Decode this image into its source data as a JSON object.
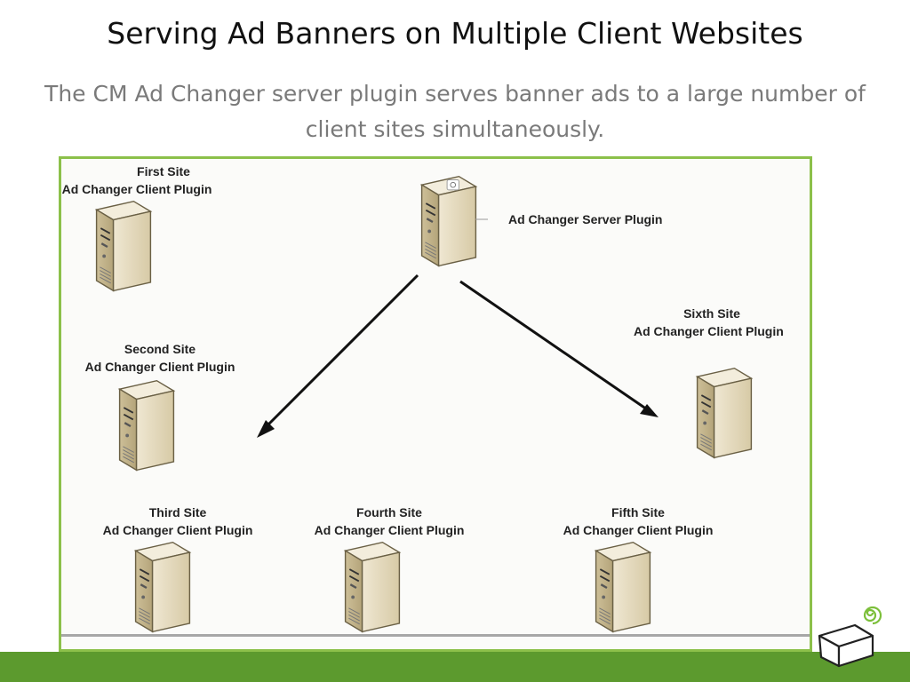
{
  "slide": {
    "title": "Serving Ad Banners on Multiple Client Websites",
    "subtitle": "The CM Ad Changer server plugin serves banner ads to a large number of client sites simultaneously."
  },
  "diagram": {
    "server": {
      "label": "Ad Changer Server Plugin"
    },
    "clients": [
      {
        "site": "First Site",
        "plugin": "Ad Changer Client  Plugin"
      },
      {
        "site": "Second Site",
        "plugin": "Ad Changer Client  Plugin"
      },
      {
        "site": "Third Site",
        "plugin": "Ad Changer Client  Plugin"
      },
      {
        "site": "Fourth Site",
        "plugin": "Ad Changer Client  Plugin"
      },
      {
        "site": "Fifth Site",
        "plugin": "Ad Changer Client  Plugin"
      },
      {
        "site": "Sixth Site",
        "plugin": "Ad Changer Client  Plugin"
      }
    ]
  },
  "colors": {
    "frame_border": "#8cc04a",
    "footer_bar": "#5c9a2e",
    "server_body": "#e6dcc2"
  },
  "icons": [
    "server-icon",
    "arrow-icon",
    "logo-spiral-icon",
    "logo-box-icon"
  ]
}
